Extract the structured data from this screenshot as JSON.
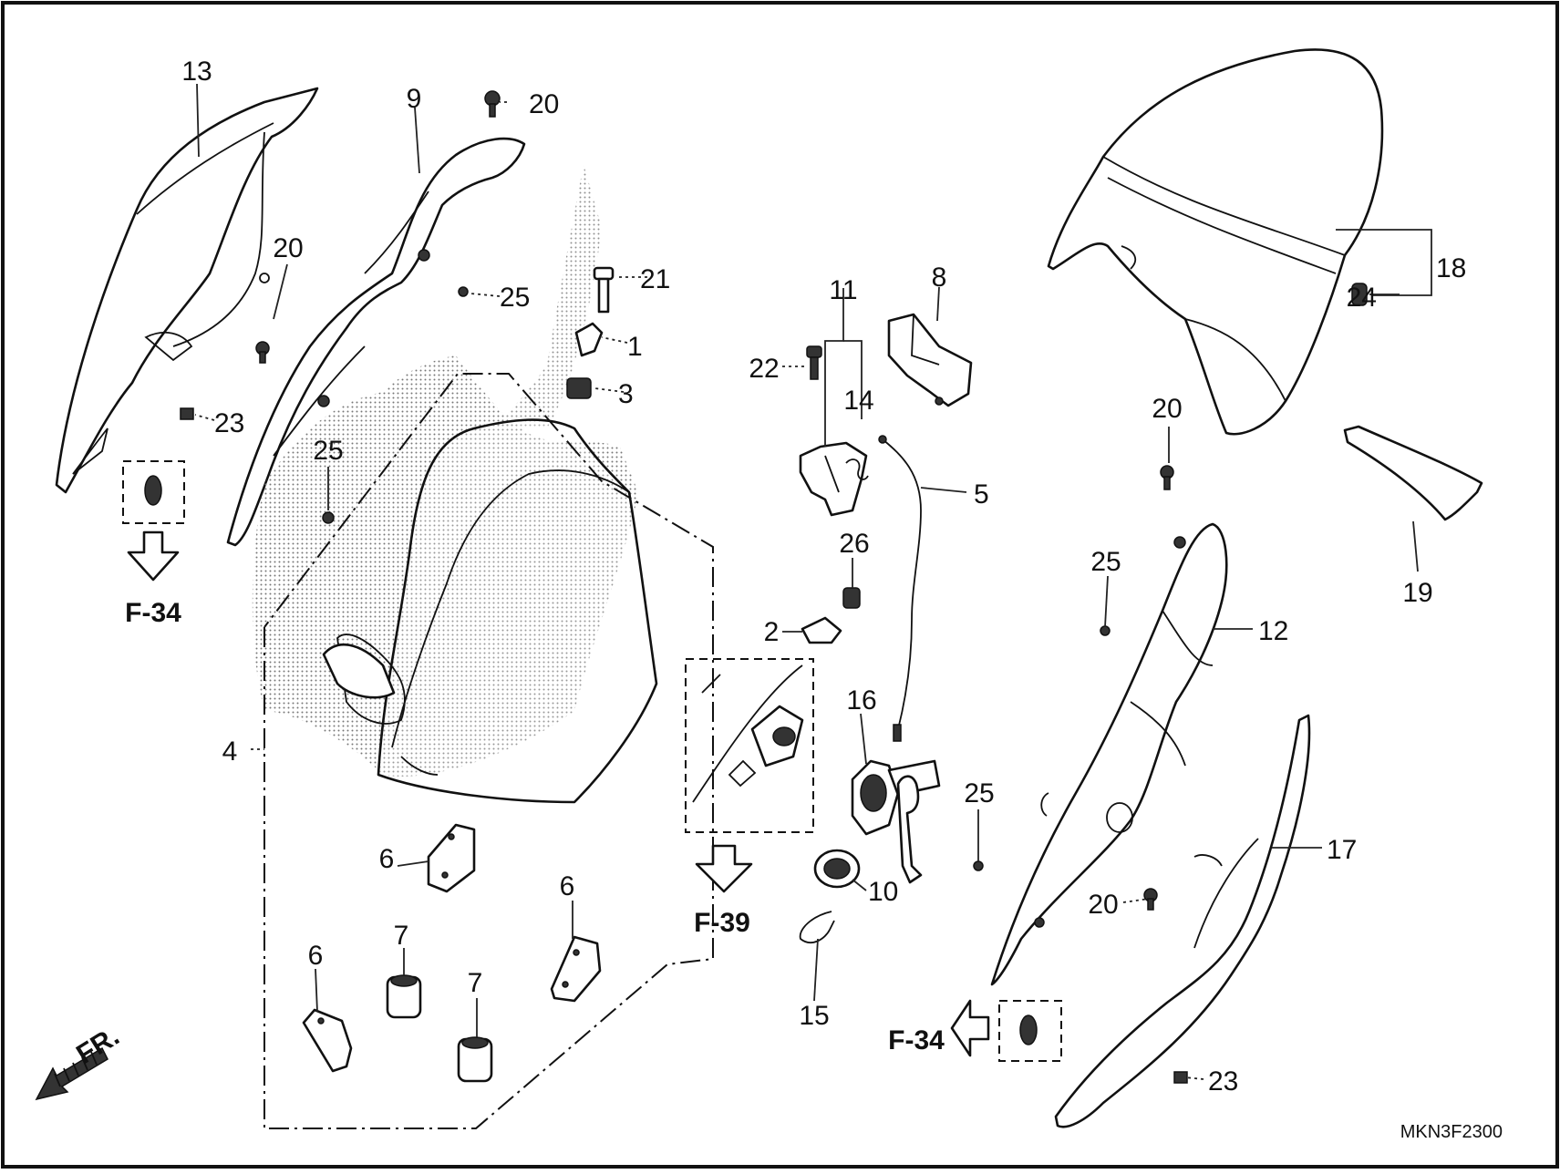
{
  "diagram": {
    "code": "MKN3F2300",
    "direction_label": "FR.",
    "refs": {
      "ref_left": "F-34",
      "ref_center": "F-39",
      "ref_right": "F-34"
    },
    "labels": {
      "l1": "1",
      "l2": "2",
      "l3": "3",
      "l4": "4",
      "l5": "5",
      "l6a": "6",
      "l6b": "6",
      "l6c": "6",
      "l7a": "7",
      "l7b": "7",
      "l8": "8",
      "l9": "9",
      "l10": "10",
      "l11": "11",
      "l12": "12",
      "l13": "13",
      "l14": "14",
      "l15": "15",
      "l16": "16",
      "l17": "17",
      "l18": "18",
      "l19": "19",
      "l20a": "20",
      "l20b": "20",
      "l20c": "20",
      "l20d": "20",
      "l21": "21",
      "l22": "22",
      "l23a": "23",
      "l23b": "23",
      "l24": "24",
      "l25a": "25",
      "l25b": "25",
      "l25c": "25",
      "l25d": "25",
      "l26": "26"
    }
  }
}
